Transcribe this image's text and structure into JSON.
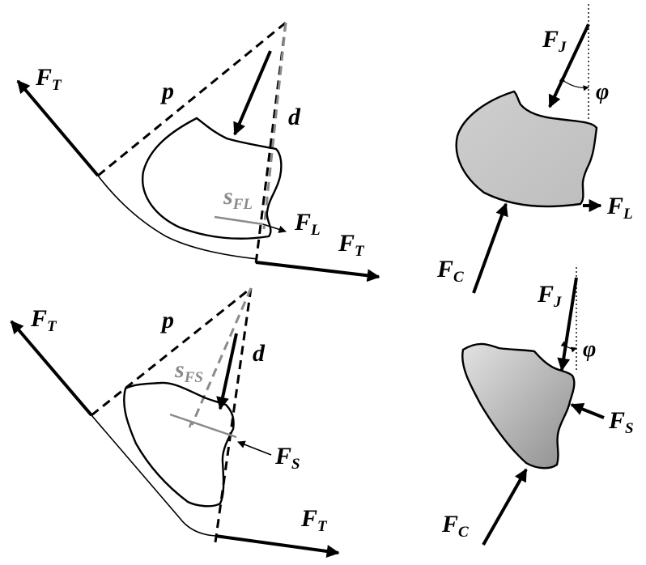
{
  "colors": {
    "outline": "#000000",
    "dimension_grey": "#8a8a8a",
    "shape_fill_light": "#d4d4d4",
    "shape_fill_dark": "#9c9c9c"
  },
  "labels": {
    "F": "F",
    "T": "T",
    "L": "L",
    "S": "S",
    "J": "J",
    "C": "C",
    "s": "s",
    "FL": "FL",
    "FS": "FS",
    "p": "p",
    "d": "d",
    "phi": "φ"
  }
}
